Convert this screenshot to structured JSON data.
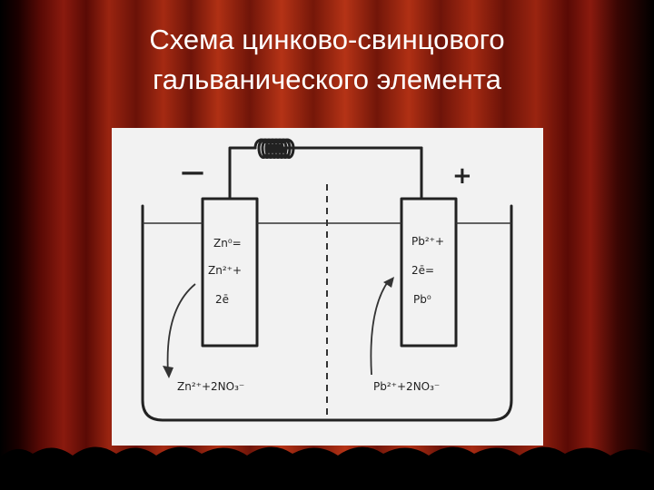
{
  "title": {
    "line1": "Схема цинково-свинцового",
    "line2": "гальванического элемента"
  },
  "diagram": {
    "minus_sign": "—",
    "plus_sign": "+",
    "zn": {
      "eq1": "Zn⁰=",
      "eq2": "Zn²⁺+",
      "eq3": "2ē",
      "solution": "Zn²⁺+2NO₃⁻"
    },
    "pb": {
      "eq1": "Pb²⁺+",
      "eq2": "2ē=",
      "eq3": "Pb⁰",
      "solution": "Pb²⁺+2NO₃⁻"
    }
  },
  "colors": {
    "curtain_dark": "#5a0a05",
    "curtain_light": "#b53316",
    "title_text": "#ffffff",
    "diagram_bg": "#f2f2f2",
    "ink": "#222222"
  }
}
